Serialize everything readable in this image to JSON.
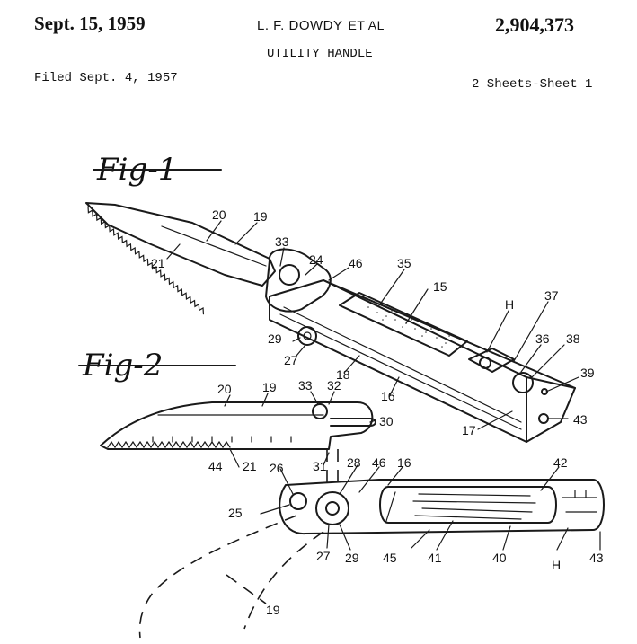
{
  "header": {
    "date": "Sept. 15, 1959",
    "inventor": "L. F. DOWDY",
    "et_al": "ET AL",
    "patent_number": "2,904,373",
    "title": "UTILITY HANDLE",
    "filed": "Filed Sept. 4, 1957",
    "sheets": "2 Sheets-Sheet 1"
  },
  "figures": {
    "fig1_label": "Fig-1",
    "fig2_label": "Fig-2"
  },
  "refs": {
    "r20a": "20",
    "r19a": "19",
    "r21a": "21",
    "r33a": "33",
    "r24": "24",
    "r46a": "46",
    "r35": "35",
    "r15": "15",
    "rHa": "H",
    "r37": "37",
    "r36": "36",
    "r38": "38",
    "r39": "39",
    "r43a": "43",
    "r17": "17",
    "r16a": "16",
    "r18": "18",
    "r29a": "29",
    "r27a": "27",
    "r20b": "20",
    "r19b": "19",
    "r33b": "33",
    "r32": "32",
    "r30": "30",
    "r44": "44",
    "r21b": "21",
    "r31": "31",
    "r26": "26",
    "r28": "28",
    "r46b": "46",
    "r16b": "16",
    "r42": "42",
    "r25": "25",
    "r27b": "27",
    "r29b": "29",
    "r45": "45",
    "r41": "41",
    "r40": "40",
    "rHb": "H",
    "r43b": "43",
    "r19c": "19"
  }
}
